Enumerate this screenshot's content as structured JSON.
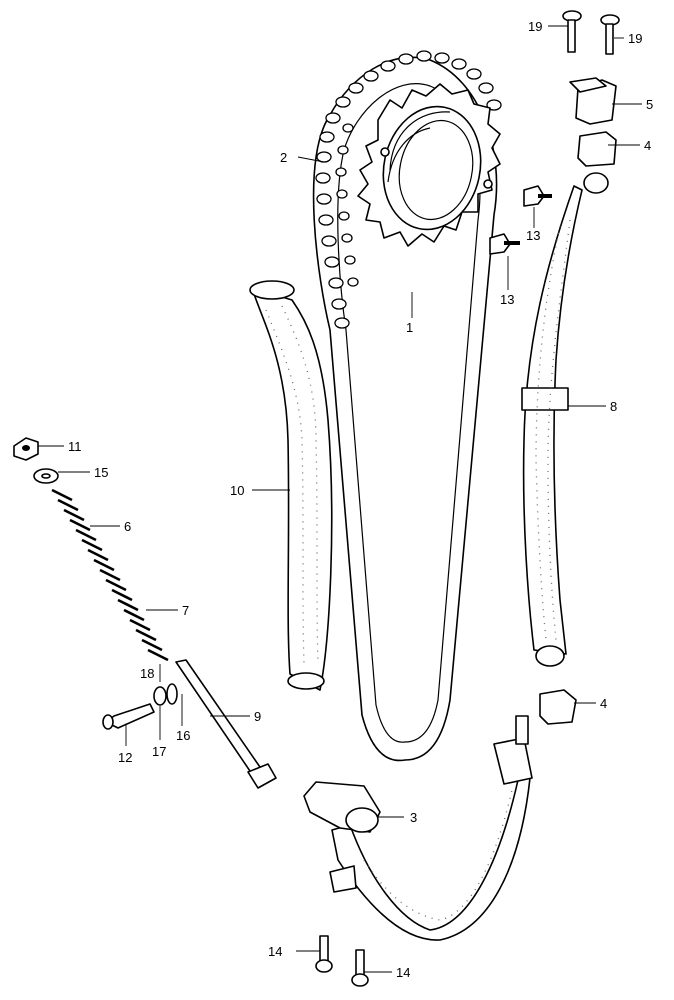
{
  "callouts": {
    "c1": "1",
    "c2": "2",
    "c3": "3",
    "c4a": "4",
    "c4b": "4",
    "c5": "5",
    "c6": "6",
    "c7": "7",
    "c8": "8",
    "c9": "9",
    "c10": "10",
    "c11": "11",
    "c12": "12",
    "c13a": "13",
    "c13b": "13",
    "c14a": "14",
    "c14b": "14",
    "c15": "15",
    "c16": "16",
    "c17": "17",
    "c18": "18",
    "c19a": "19",
    "c19b": "19"
  }
}
